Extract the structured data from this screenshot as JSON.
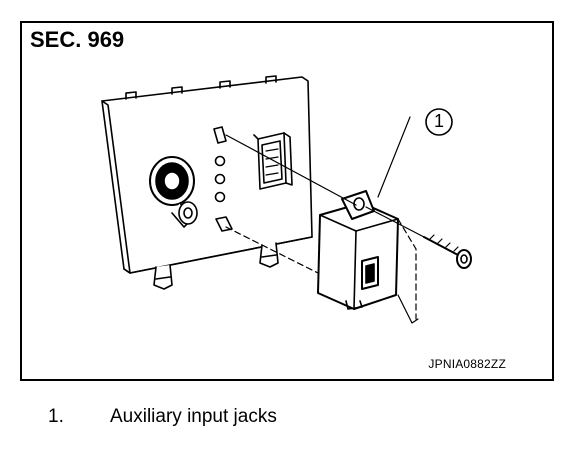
{
  "figure": {
    "section": "SEC. 969",
    "callout": "1",
    "image_code": "JPNIA0882ZZ"
  },
  "legend": [
    {
      "number": "1.",
      "text": "Auxiliary input jacks"
    }
  ],
  "colors": {
    "ink": "#000000",
    "background": "#ffffff"
  }
}
